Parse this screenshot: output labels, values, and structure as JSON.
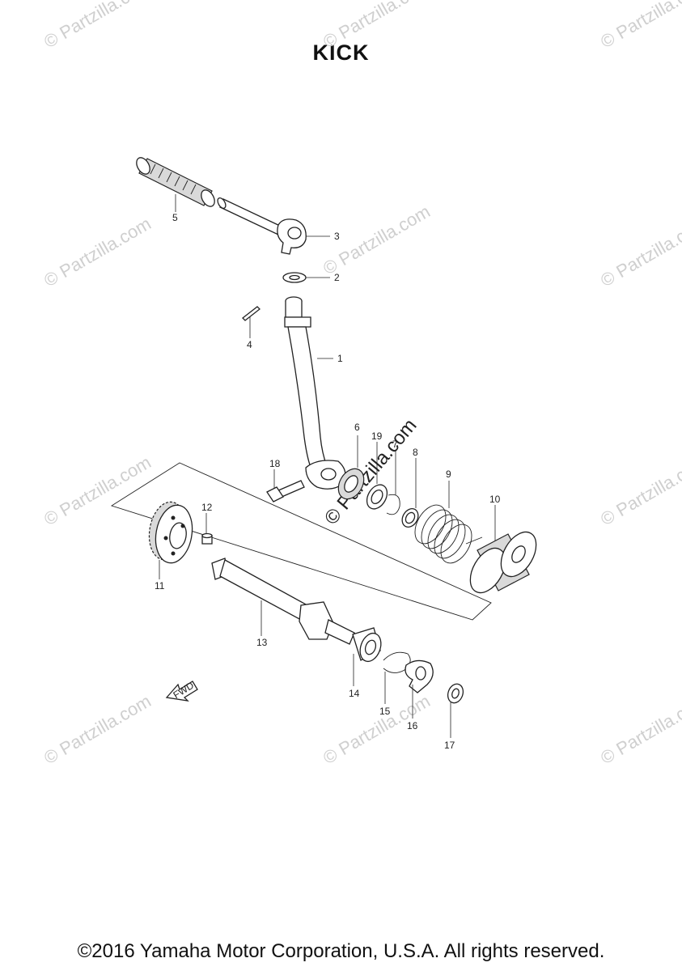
{
  "title": "KICK",
  "copyright": "©2016 Yamaha Motor Corporation, U.S.A. All rights reserved.",
  "watermark": "© Partzilla.com",
  "fwd_label": "FWD",
  "callouts": [
    "1",
    "2",
    "3",
    "4",
    "5",
    "6",
    "7",
    "8",
    "9",
    "10",
    "11",
    "12",
    "13",
    "14",
    "15",
    "16",
    "17",
    "18",
    "19"
  ]
}
